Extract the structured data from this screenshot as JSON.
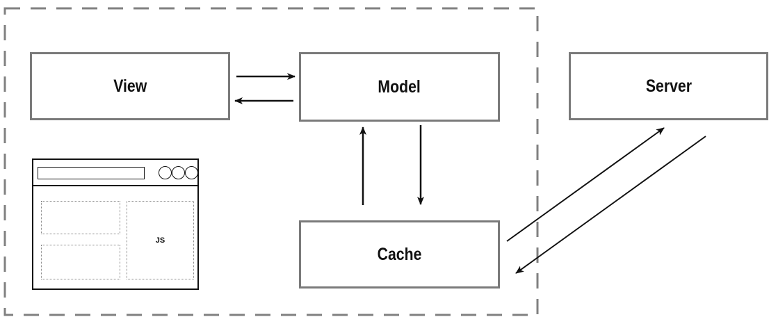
{
  "nodes": {
    "view": "View",
    "model": "Model",
    "server": "Server",
    "cache": "Cache"
  },
  "browser": {
    "pane_label": "JS"
  },
  "colors": {
    "box_border": "#7a7a7a",
    "dashed_border": "#808080",
    "arrow": "#111111"
  }
}
